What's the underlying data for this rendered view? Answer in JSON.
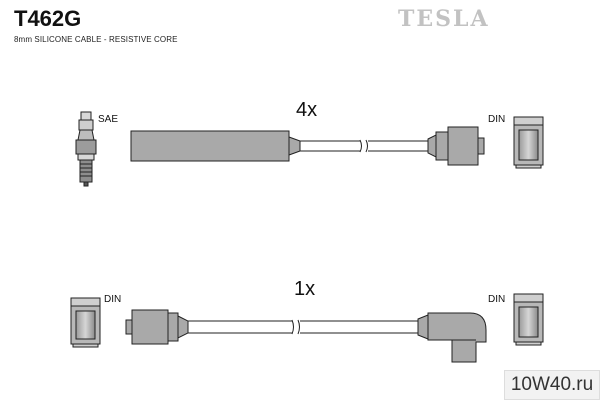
{
  "header": {
    "part_number": "T462G",
    "subtitle": "8mm SILICONE CABLE - RESISTIVE CORE",
    "brand": "TESLA"
  },
  "cable_top": {
    "quantity": "4x",
    "left_end_label": "SAE",
    "right_end_label": "DIN"
  },
  "cable_bottom": {
    "quantity": "1x",
    "left_end_label": "DIN",
    "right_end_label": "DIN"
  },
  "watermark": "10W40.ru",
  "colors": {
    "part_fill": "#a9a9a9",
    "line": "#222222",
    "brand": "#c2c2c2"
  }
}
